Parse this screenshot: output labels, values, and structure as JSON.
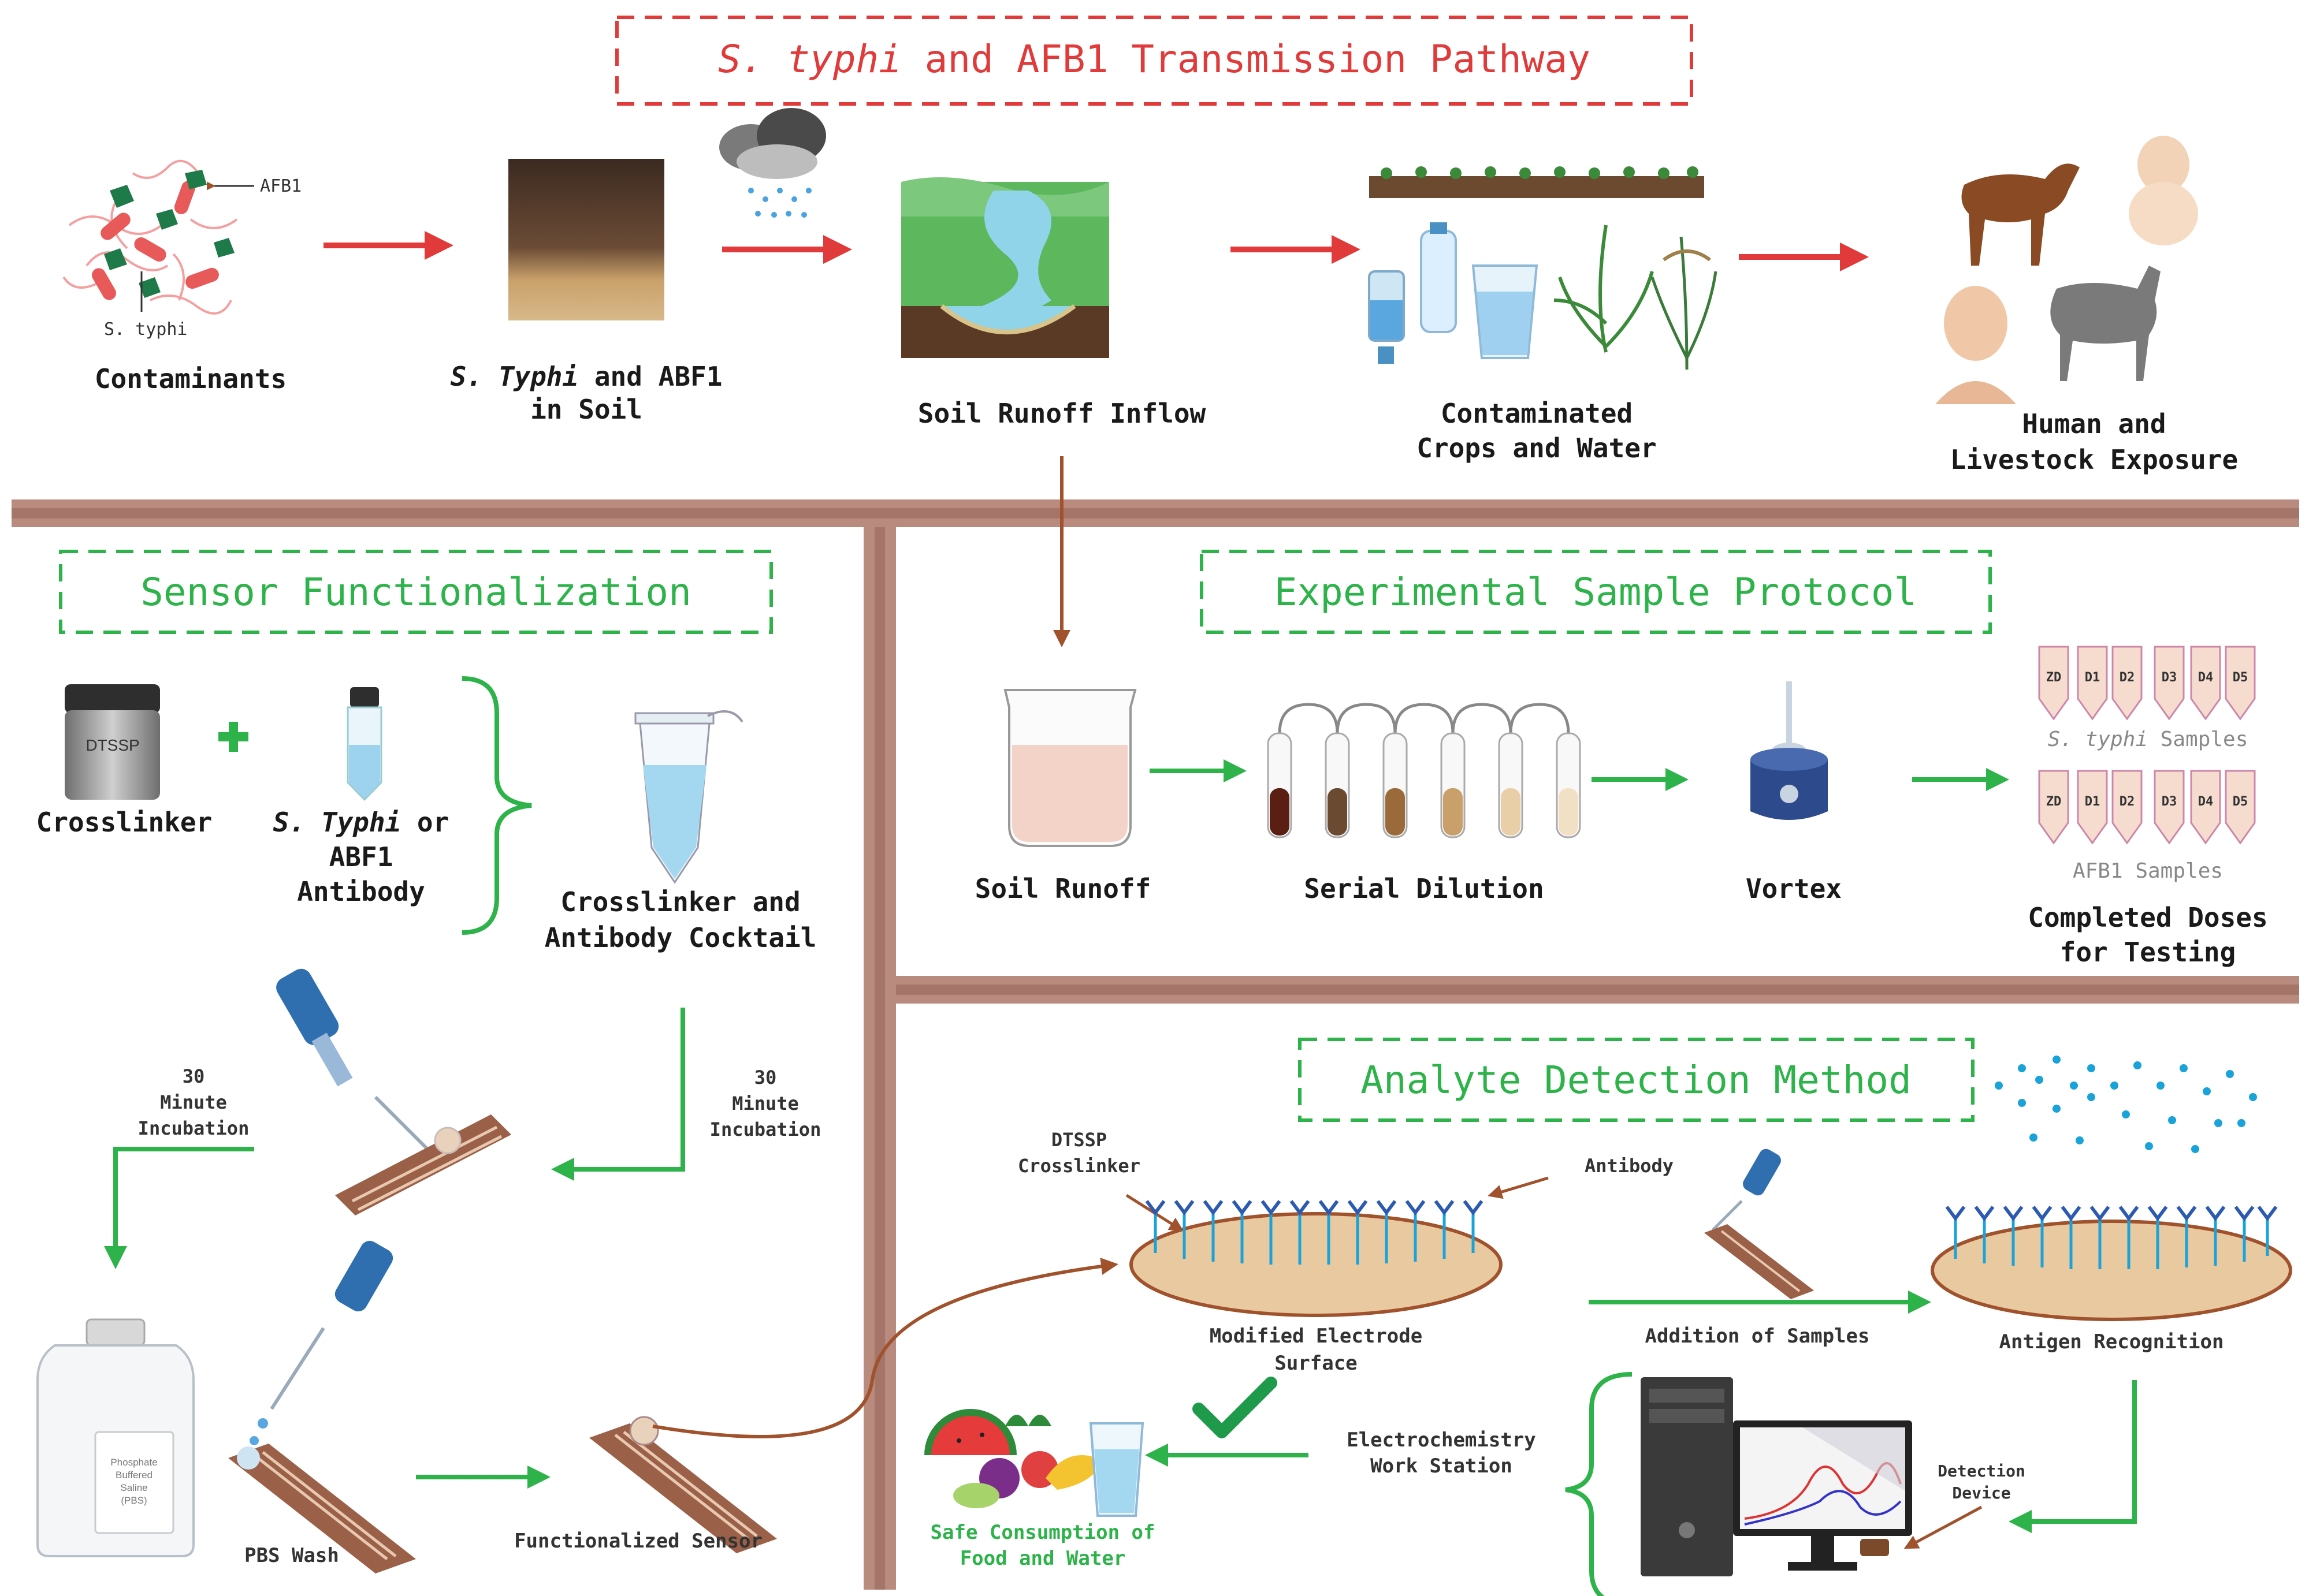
{
  "sections": {
    "transmission_title_italic": "S. typhi",
    "transmission_title_rest": " and AFB1 Transmission Pathway",
    "sensor_title": "Sensor Functionalization",
    "protocol_title": "Experimental Sample Protocol",
    "detection_title": "Analyte Detection Method"
  },
  "transmission": {
    "afb1_tag": "AFB1",
    "styphi_tag": "S. typhi",
    "contaminants": "Contaminants",
    "soil_line1_italic": "S. Typhi",
    "soil_line1_rest": " and ABF1",
    "soil_line2": "in Soil",
    "runoff": "Soil Runoff Inflow",
    "crops_line1": "Contaminated",
    "crops_line2": "Crops and Water",
    "exposure_line1": "Human and",
    "exposure_line2": "Livestock Exposure"
  },
  "sensor": {
    "dtssp_jar": "DTSSP",
    "crosslinker": "Crosslinker",
    "antibody_line1_italic": "S. Typhi",
    "antibody_line1_rest": " or",
    "antibody_line2": "ABF1",
    "antibody_line3": "Antibody",
    "cocktail_line1": "Crosslinker and",
    "cocktail_line2": "Antibody Cocktail",
    "incubation_left_1": "30",
    "incubation_left_2": "Minute",
    "incubation_left_3": "Incubation",
    "incubation_right_1": "30",
    "incubation_right_2": "Minute",
    "incubation_right_3": "Incubation",
    "pbs_label_1": "Phosphate",
    "pbs_label_2": "Buffered",
    "pbs_label_3": "Saline",
    "pbs_label_4": "(PBS)",
    "pbs_wash": "PBS Wash",
    "functionalized": "Functionalized Sensor"
  },
  "protocol": {
    "soil_runoff": "Soil Runoff",
    "serial_dilution": "Serial Dilution",
    "vortex": "Vortex",
    "tubes": [
      "ZD",
      "D1",
      "D2",
      "D3",
      "D4",
      "D5"
    ],
    "styphi_samples_italic": "S. typhi",
    "styphi_samples_rest": " Samples",
    "afb1_samples": "AFB1 Samples",
    "completed_line1": "Completed Doses",
    "completed_line2": "for Testing"
  },
  "detection": {
    "dtssp_line1": "DTSSP",
    "dtssp_line2": "Crosslinker",
    "antibody": "Antibody",
    "modified_line1": "Modified Electrode",
    "modified_line2": "Surface",
    "addition": "Addition of Samples",
    "antigen": "Antigen Recognition",
    "workstation_line1": "Electrochemistry",
    "workstation_line2": "Work Station",
    "device_line1": "Detection",
    "device_line2": "Device",
    "safe_line1": "Safe Consumption of",
    "safe_line2": "Food and Water"
  },
  "colors": {
    "red_arrow": "#e03a3a",
    "green_arrow": "#2db34a",
    "brown_arrow": "#a0522d",
    "divider": "#b07a6e",
    "electrode": "#e8c9a0"
  }
}
